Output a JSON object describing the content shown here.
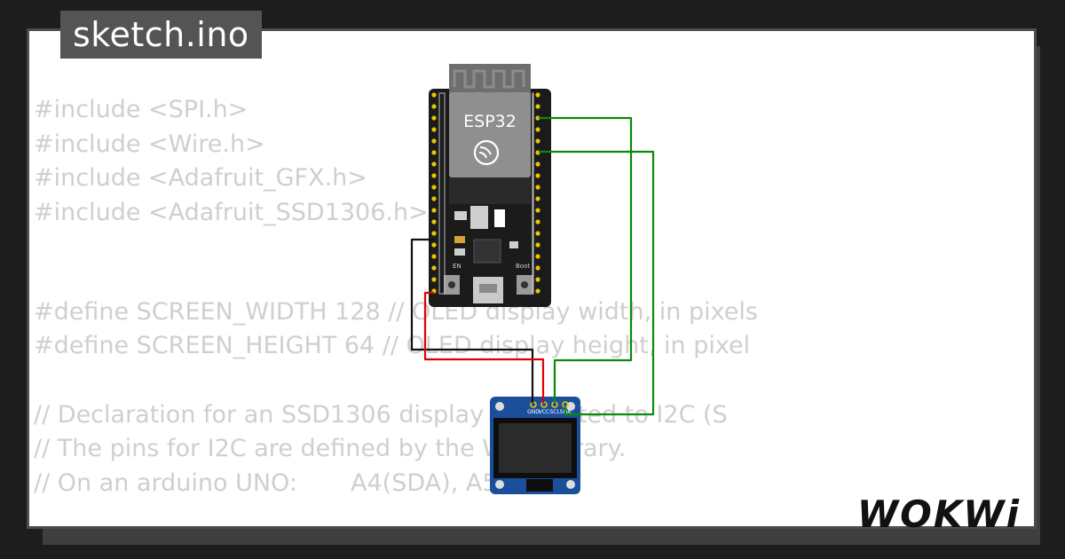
{
  "tab": {
    "title": "sketch.ino"
  },
  "code_lines": [
    "#include <SPI.h>",
    "#include <Wire.h>",
    "#include <Adafruit_GFX.h>",
    "#include <Adafruit_SSD1306.h>",
    "",
    "",
    "#define SCREEN_WIDTH 128 // OLED display width, in pixels",
    "#define SCREEN_HEIGHT 64 // OLED display height, in pixel",
    "",
    "// Declaration for an SSD1306 display connected to I2C (S",
    "// The pins for I2C are defined by the Wire-library.",
    "// On an arduino UNO:       A4(SDA), A5(SCL)"
  ],
  "board": {
    "label": "ESP32",
    "en_label": "EN",
    "boot_label": "Boot"
  },
  "oled": {
    "pins": [
      "GND",
      "VCC",
      "SCL",
      "SDA"
    ]
  },
  "brand": {
    "logo": "WOKWi"
  },
  "colors": {
    "wire_green": "#0a8a0a",
    "wire_red": "#e00000",
    "wire_black": "#111111",
    "board": "#1b1b1b",
    "oled_pcb": "#1b4f9c"
  }
}
